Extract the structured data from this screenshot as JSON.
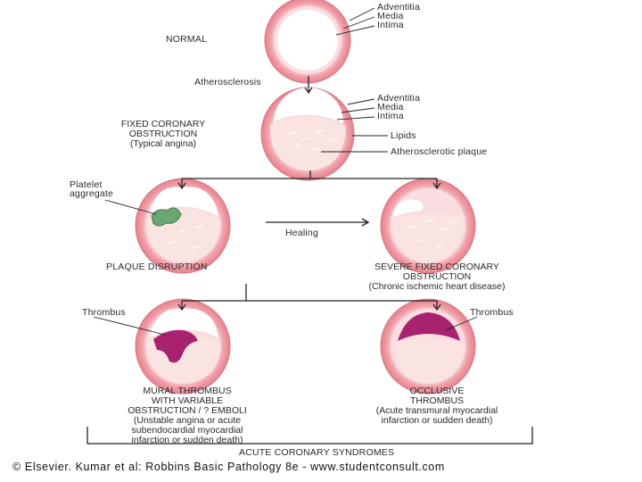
{
  "colors": {
    "adventitia": "#e98b95",
    "media_band": "#f0a6ae",
    "intima_ring": "#f7d1d5",
    "lumen": "#ffffff",
    "lipid": "#f8dcd9",
    "thrombus": "#a8226f",
    "platelet": "#6aa775",
    "line": "#222222"
  },
  "stages": {
    "normal": {
      "title": "NORMAL",
      "labels": [
        "Adventitia",
        "Media",
        "Intima"
      ]
    },
    "arrow_text": "Atherosclerosis",
    "fixed": {
      "title_lines": [
        "FIXED CORONARY",
        "OBSTRUCTION"
      ],
      "subtitle": "(Typical angina)",
      "labels": [
        "Adventitia",
        "Media",
        "Intima",
        "Lipids",
        "Atherosclerotic plaque"
      ]
    },
    "disruption": {
      "title": "PLAQUE DISRUPTION",
      "labels": [
        "Platelet",
        "aggregate"
      ]
    },
    "healing_text": "Healing",
    "severe": {
      "title_lines": [
        "SEVERE FIXED CORONARY",
        "OBSTRUCTION"
      ],
      "subtitle": "(Chronic ischemic heart disease)"
    },
    "mural": {
      "label": "Thrombus",
      "title_lines": [
        "MURAL THROMBUS",
        "WITH VARIABLE",
        "OBSTRUCTION / ? EMBOLI"
      ],
      "subtitle_lines": [
        "(Unstable angina or acute",
        "subendocardial myocardial",
        "infarction or sudden death)"
      ]
    },
    "occlusive": {
      "label": "Thrombus",
      "title_lines": [
        "OCCLUSIVE",
        "THROMBUS"
      ],
      "subtitle_lines": [
        "(Acute transmural myocardial",
        "infarction or sudden death)"
      ]
    }
  },
  "bracket_label": "ACUTE CORONARY SYNDROMES",
  "footer": "© Elsevier. Kumar et al: Robbins Basic Pathology 8e - www.studentconsult.com"
}
